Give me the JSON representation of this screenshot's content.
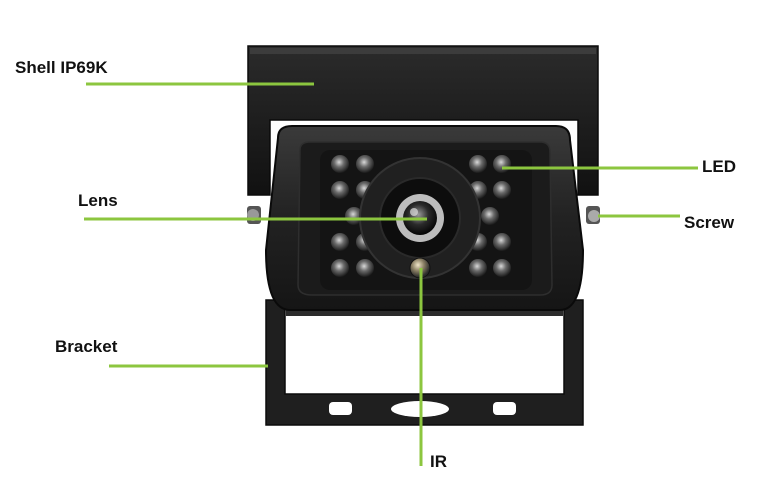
{
  "labels": {
    "shell": "Shell IP69K",
    "lens": "Lens",
    "bracket": "Bracket",
    "led": "LED",
    "screw": "Screw",
    "ir": "IR"
  },
  "colors": {
    "leader_line": "#8cc63f",
    "label_text": "#111111",
    "camera_body": "#1c1c1c",
    "background": "#ffffff"
  }
}
